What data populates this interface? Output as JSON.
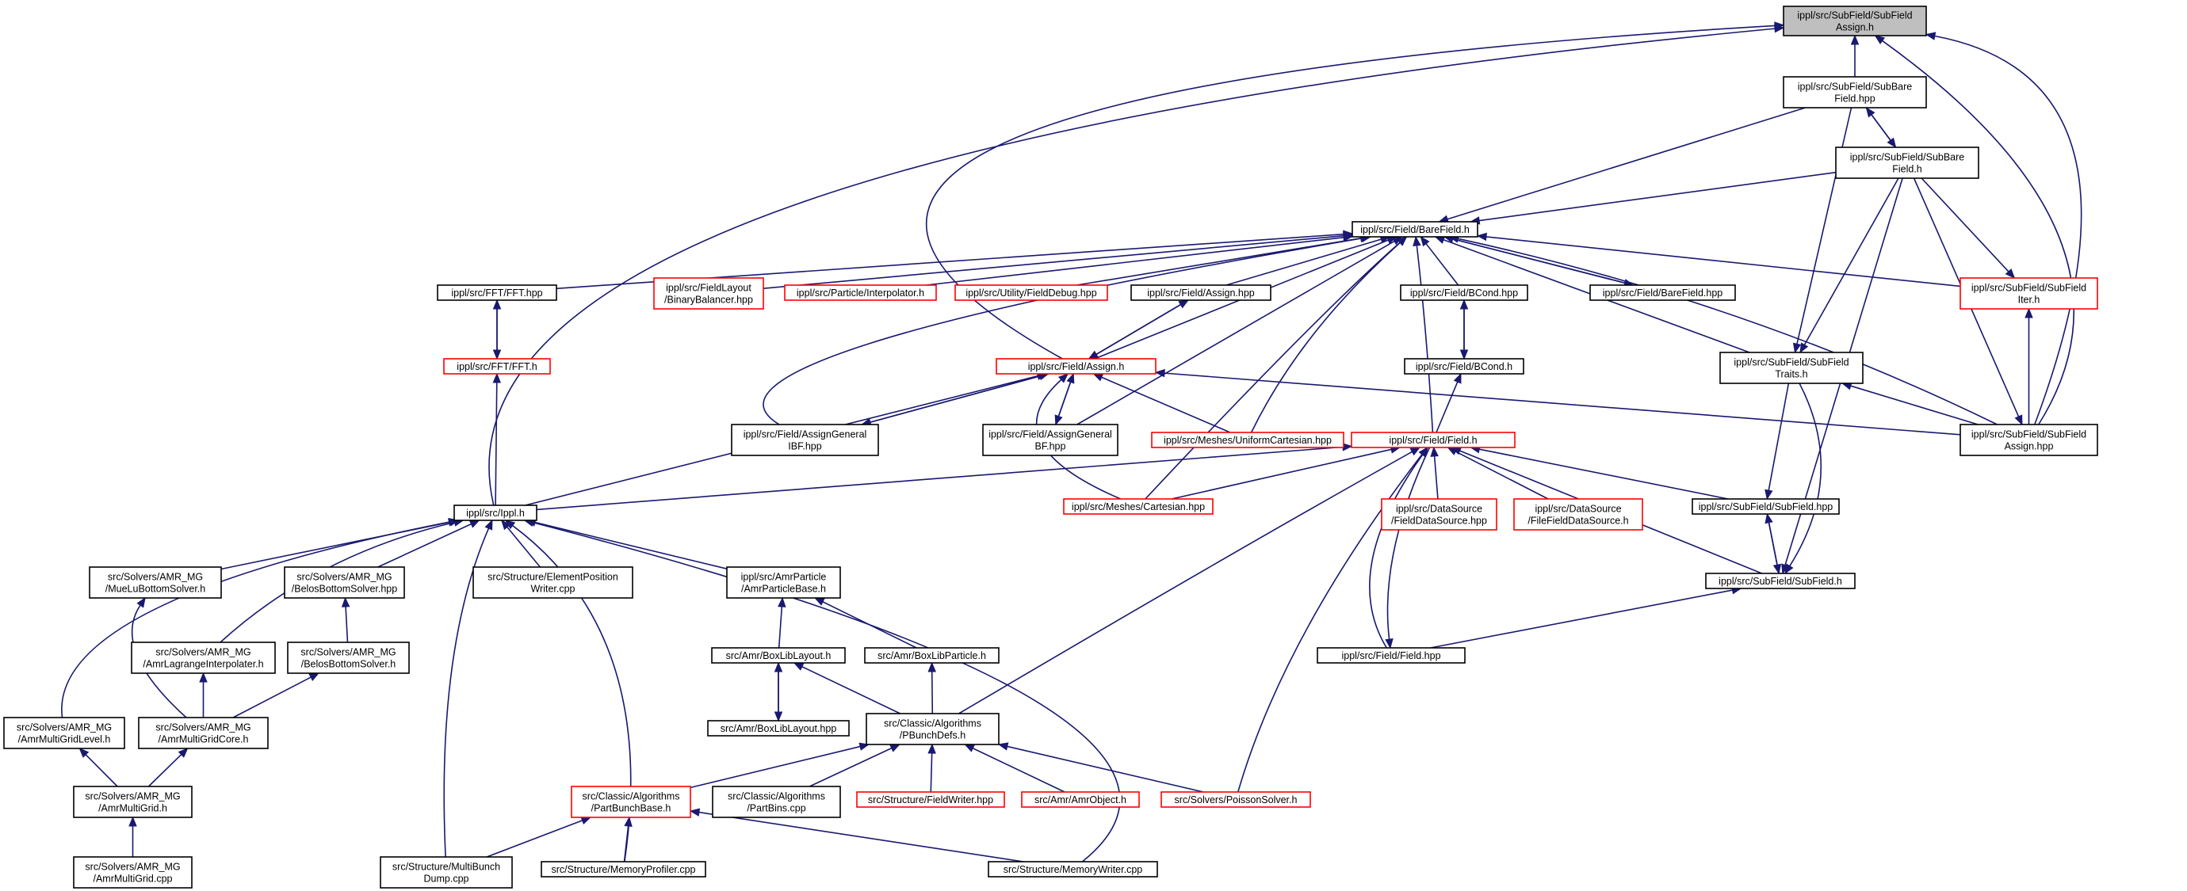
{
  "colors": {
    "edge": "#191970",
    "node_border": "#000000",
    "node_border_highlight": "#ff0000",
    "root_fill": "#bfbfbf",
    "node_fill": "#ffffff",
    "text": "#000000"
  },
  "nodes": [
    {
      "id": "root",
      "lines": [
        "ippl/src/SubField/SubField",
        "Assign.h"
      ],
      "border": "black",
      "root": true
    },
    {
      "id": "sbfhpp",
      "lines": [
        "ippl/src/SubField/SubBare",
        "Field.hpp"
      ],
      "border": "black"
    },
    {
      "id": "sbfh",
      "lines": [
        "ippl/src/SubField/SubBare",
        "Field.h"
      ],
      "border": "black"
    },
    {
      "id": "barefieldh",
      "lines": [
        "ippl/src/Field/BareField.h"
      ],
      "border": "black"
    },
    {
      "id": "ffthpp",
      "lines": [
        "ippl/src/FFT/FFT.hpp"
      ],
      "border": "black"
    },
    {
      "id": "binbal",
      "lines": [
        "ippl/src/FieldLayout",
        "/BinaryBalancer.hpp"
      ],
      "border": "red"
    },
    {
      "id": "interp",
      "lines": [
        "ippl/src/Particle/Interpolator.h"
      ],
      "border": "red"
    },
    {
      "id": "fielddebug",
      "lines": [
        "ippl/src/Utility/FieldDebug.hpp"
      ],
      "border": "red"
    },
    {
      "id": "assignhpp",
      "lines": [
        "ippl/src/Field/Assign.hpp"
      ],
      "border": "black"
    },
    {
      "id": "bcondhpp",
      "lines": [
        "ippl/src/Field/BCond.hpp"
      ],
      "border": "black"
    },
    {
      "id": "barefieldhpp",
      "lines": [
        "ippl/src/Field/BareField.hpp"
      ],
      "border": "black"
    },
    {
      "id": "sfiter",
      "lines": [
        "ippl/src/SubField/SubField",
        "Iter.h"
      ],
      "border": "red"
    },
    {
      "id": "ffth",
      "lines": [
        "ippl/src/FFT/FFT.h"
      ],
      "border": "red"
    },
    {
      "id": "assignh",
      "lines": [
        "ippl/src/Field/Assign.h"
      ],
      "border": "red"
    },
    {
      "id": "bcondh",
      "lines": [
        "ippl/src/Field/BCond.h"
      ],
      "border": "black"
    },
    {
      "id": "sftraits",
      "lines": [
        "ippl/src/SubField/SubField",
        "Traits.h"
      ],
      "border": "black"
    },
    {
      "id": "agibf",
      "lines": [
        "ippl/src/Field/AssignGeneral",
        "IBF.hpp"
      ],
      "border": "black"
    },
    {
      "id": "agbf",
      "lines": [
        "ippl/src/Field/AssignGeneral",
        "BF.hpp"
      ],
      "border": "black"
    },
    {
      "id": "unicart",
      "lines": [
        "ippl/src/Meshes/UniformCartesian.hpp"
      ],
      "border": "red"
    },
    {
      "id": "fieldh",
      "lines": [
        "ippl/src/Field/Field.h"
      ],
      "border": "red"
    },
    {
      "id": "sfassignhpp",
      "lines": [
        "ippl/src/SubField/SubField",
        "Assign.hpp"
      ],
      "border": "black"
    },
    {
      "id": "fds",
      "lines": [
        "ippl/src/DataSource",
        "/FieldDataSource.hpp"
      ],
      "border": "red"
    },
    {
      "id": "ffds",
      "lines": [
        "ippl/src/DataSource",
        "/FileFieldDataSource.h"
      ],
      "border": "red"
    },
    {
      "id": "sfhpp",
      "lines": [
        "ippl/src/SubField/SubField.hpp"
      ],
      "border": "black"
    },
    {
      "id": "ipplh",
      "lines": [
        "ippl/src/Ippl.h"
      ],
      "border": "black"
    },
    {
      "id": "cart",
      "lines": [
        "ippl/src/Meshes/Cartesian.hpp"
      ],
      "border": "red"
    },
    {
      "id": "sfh",
      "lines": [
        "ippl/src/SubField/SubField.h"
      ],
      "border": "black"
    },
    {
      "id": "muelu",
      "lines": [
        "src/Solvers/AMR_MG",
        "/MueLuBottomSolver.h"
      ],
      "border": "black"
    },
    {
      "id": "belosh",
      "lines": [
        "src/Solvers/AMR_MG",
        "/BelosBottomSolver.hpp"
      ],
      "border": "black"
    },
    {
      "id": "elempos",
      "lines": [
        "src/Structure/ElementPosition",
        "Writer.cpp"
      ],
      "border": "black"
    },
    {
      "id": "amrpb",
      "lines": [
        "ippl/src/AmrParticle",
        "/AmrParticleBase.h"
      ],
      "border": "black"
    },
    {
      "id": "amrlag",
      "lines": [
        "src/Solvers/AMR_MG",
        "/AmrLagrangeInterpolater.h"
      ],
      "border": "black"
    },
    {
      "id": "belos",
      "lines": [
        "src/Solvers/AMR_MG",
        "/BelosBottomSolver.h"
      ],
      "border": "black"
    },
    {
      "id": "boxlayh",
      "lines": [
        "src/Amr/BoxLibLayout.h"
      ],
      "border": "black"
    },
    {
      "id": "boxpart",
      "lines": [
        "src/Amr/BoxLibParticle.h"
      ],
      "border": "black"
    },
    {
      "id": "fieldhpp",
      "lines": [
        "ippl/src/Field/Field.hpp"
      ],
      "border": "black"
    },
    {
      "id": "mglevel",
      "lines": [
        "src/Solvers/AMR_MG",
        "/AmrMultiGridLevel.h"
      ],
      "border": "black"
    },
    {
      "id": "mgcore",
      "lines": [
        "src/Solvers/AMR_MG",
        "/AmrMultiGridCore.h"
      ],
      "border": "black"
    },
    {
      "id": "boxlayhpp",
      "lines": [
        "src/Amr/BoxLibLayout.hpp"
      ],
      "border": "black"
    },
    {
      "id": "pbunchdefs",
      "lines": [
        "src/Classic/Algorithms",
        "/PBunchDefs.h"
      ],
      "border": "black"
    },
    {
      "id": "mgh",
      "lines": [
        "src/Solvers/AMR_MG",
        "/AmrMultiGrid.h"
      ],
      "border": "black"
    },
    {
      "id": "partbunchbase",
      "lines": [
        "src/Classic/Algorithms",
        "/PartBunchBase.h"
      ],
      "border": "red"
    },
    {
      "id": "partbins",
      "lines": [
        "src/Classic/Algorithms",
        "/PartBins.cpp"
      ],
      "border": "black"
    },
    {
      "id": "fieldwriter",
      "lines": [
        "src/Structure/FieldWriter.hpp"
      ],
      "border": "red"
    },
    {
      "id": "amrobj",
      "lines": [
        "src/Amr/AmrObject.h"
      ],
      "border": "red"
    },
    {
      "id": "poisson",
      "lines": [
        "src/Solvers/PoissonSolver.h"
      ],
      "border": "red"
    },
    {
      "id": "mgcpp",
      "lines": [
        "src/Solvers/AMR_MG",
        "/AmrMultiGrid.cpp"
      ],
      "border": "black"
    },
    {
      "id": "multibunch",
      "lines": [
        "src/Structure/MultiBunch",
        "Dump.cpp"
      ],
      "border": "black"
    },
    {
      "id": "memprof",
      "lines": [
        "src/Structure/MemoryProfiler.cpp"
      ],
      "border": "black"
    },
    {
      "id": "memwriter",
      "lines": [
        "src/Structure/MemoryWriter.cpp"
      ],
      "border": "black"
    }
  ]
}
